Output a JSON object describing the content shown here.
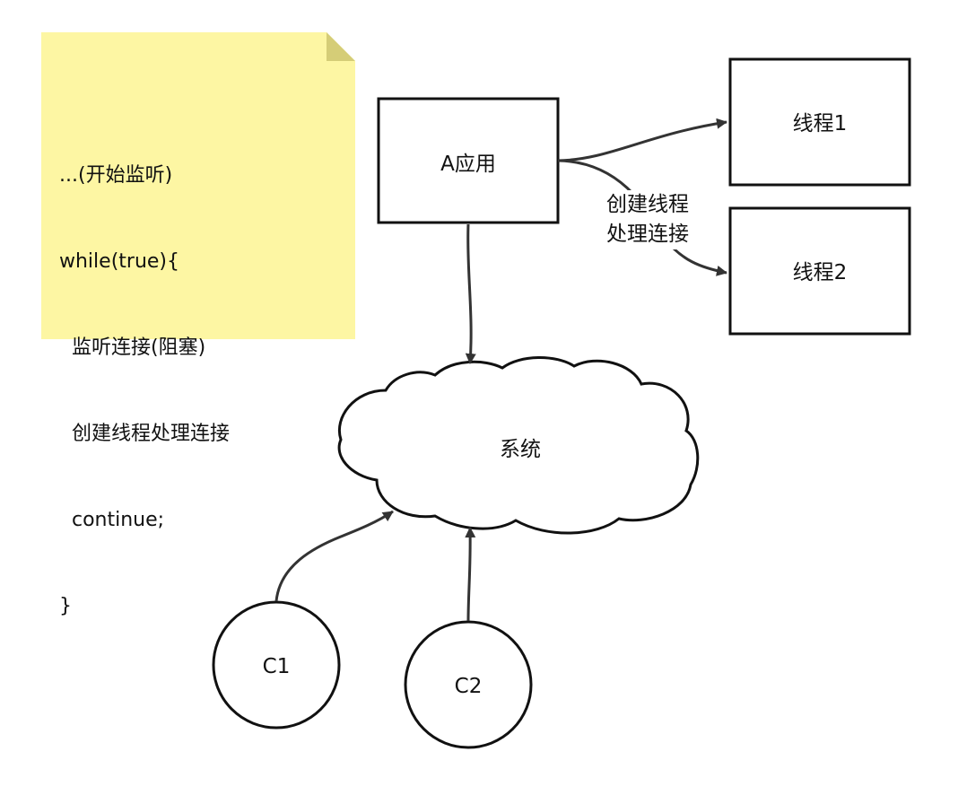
{
  "note": {
    "lines": [
      "...(开始监听)",
      "while(true){",
      "  监听连接(阻塞)",
      "  创建线程处理连接",
      "  continue;",
      "}"
    ]
  },
  "nodes": {
    "app": "A应用",
    "thread1": "线程1",
    "thread2": "线程2",
    "system": "系统",
    "client1": "C1",
    "client2": "C2"
  },
  "edge_label": {
    "line1": "创建线程",
    "line2": "处理连接"
  },
  "colors": {
    "note_fill": "#fdf6a3",
    "note_fold": "#d5cd77",
    "stroke": "#111111",
    "arrow": "#333333"
  }
}
